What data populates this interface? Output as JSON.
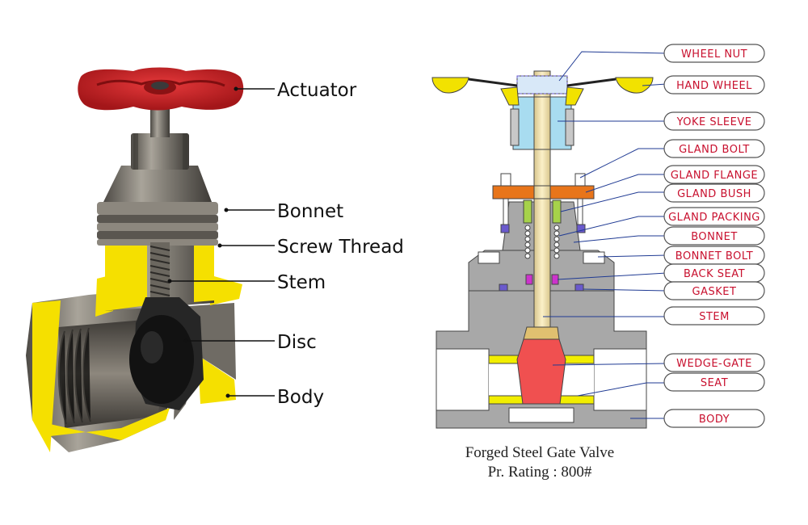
{
  "left_diagram": {
    "labels": [
      {
        "id": "actuator",
        "text": "Actuator"
      },
      {
        "id": "bonnet",
        "text": "Bonnet"
      },
      {
        "id": "screw-thread",
        "text": "Screw Thread"
      },
      {
        "id": "stem",
        "text": "Stem"
      },
      {
        "id": "disc",
        "text": "Disc"
      },
      {
        "id": "body",
        "text": "Body"
      }
    ]
  },
  "right_diagram": {
    "labels": [
      {
        "id": "wheel-nut",
        "text": "WHEEL NUT"
      },
      {
        "id": "hand-wheel",
        "text": "HAND WHEEL"
      },
      {
        "id": "yoke-sleeve",
        "text": "YOKE SLEEVE"
      },
      {
        "id": "gland-bolt",
        "text": "GLAND BOLT"
      },
      {
        "id": "gland-flange",
        "text": "GLAND FLANGE"
      },
      {
        "id": "gland-bush",
        "text": "GLAND BUSH"
      },
      {
        "id": "gland-packing",
        "text": "GLAND PACKING"
      },
      {
        "id": "bonnet",
        "text": "BONNET"
      },
      {
        "id": "bonnet-bolt",
        "text": "BONNET BOLT"
      },
      {
        "id": "back-seat",
        "text": "BACK SEAT"
      },
      {
        "id": "gasket",
        "text": "GASKET"
      },
      {
        "id": "stem",
        "text": "STEM"
      },
      {
        "id": "wedge-gate",
        "text": "WEDGE-GATE"
      },
      {
        "id": "seat",
        "text": "SEAT"
      },
      {
        "id": "body",
        "text": "BODY"
      }
    ],
    "caption_line1": "Forged Steel Gate Valve",
    "caption_line2": "Pr. Rating : 800#"
  },
  "colors": {
    "handwheel": "#d7262a",
    "cutaway_yellow": "#f5e000",
    "steel": "#7d7a74",
    "body_gray": "#a8a8a8",
    "label_red": "#c8102e",
    "yoke_blue": "#a8dcf0",
    "gland_orange": "#e8751a",
    "stem_tan": "#f0dca0",
    "seat_yellow": "#f2ee00",
    "packing_green": "#a6d24a",
    "back_seat_magenta": "#cc33cc",
    "gasket_purple": "#6a5acd",
    "wedge_red": "#f05050"
  }
}
